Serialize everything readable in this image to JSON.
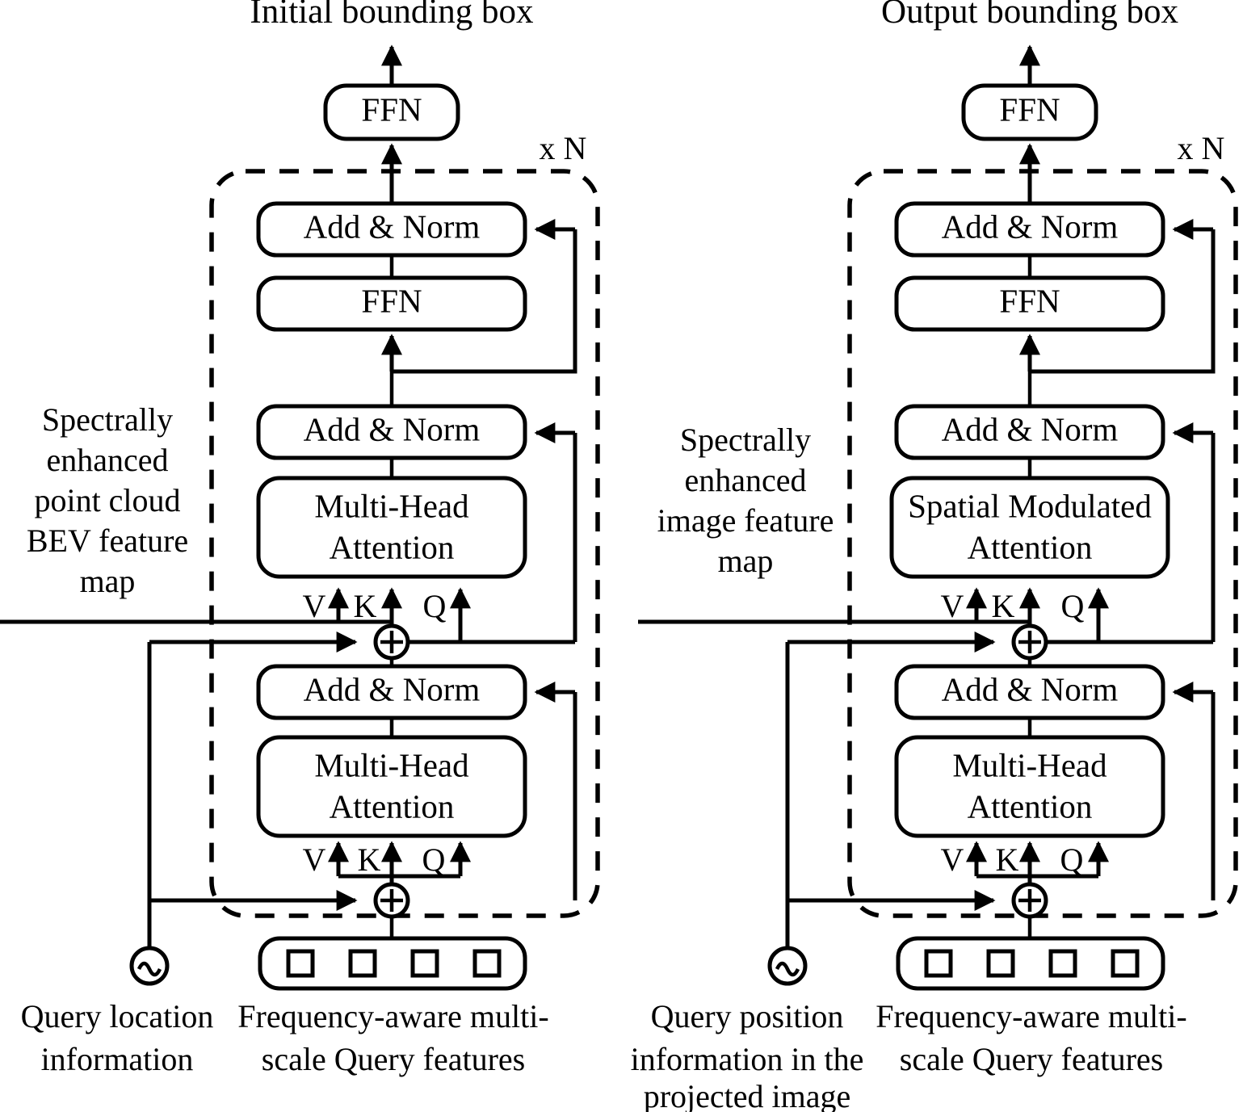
{
  "figure": {
    "type": "architecture-diagram",
    "description": "Two parallel transformer decoder branches: point-cloud BEV branch and image-feature branch"
  },
  "branches": [
    {
      "id": "left",
      "title": "Initial bounding box",
      "repeat_label": "x N",
      "feature_source_label": "Spectrally enhanced point cloud BEV feature map",
      "feature_source_lines": [
        "Spectrally",
        "enhanced",
        "point cloud",
        "BEV feature",
        "map"
      ],
      "head_ffn": "FFN",
      "blocks": [
        {
          "name": "add-norm-top",
          "label": "Add & Norm"
        },
        {
          "name": "ffn-inner",
          "label": "FFN"
        },
        {
          "name": "add-norm-mid",
          "label": "Add & Norm"
        },
        {
          "name": "cross-attention",
          "label": "Multi-Head Attention",
          "lines": [
            "Multi-Head",
            "Attention"
          ]
        },
        {
          "name": "add-norm-low",
          "label": "Add & Norm"
        },
        {
          "name": "self-attention",
          "label": "Multi-Head Attention",
          "lines": [
            "Multi-Head",
            "Attention"
          ]
        }
      ],
      "vkq_upper": [
        "V",
        "K",
        "Q"
      ],
      "vkq_lower": [
        "V",
        "K",
        "Q"
      ],
      "pos_encoding_label": "Query location information",
      "pos_encoding_lines": [
        "Query location",
        "information"
      ],
      "query_tokens_label": "Frequency-aware multi-scale Query features",
      "query_tokens_lines": [
        "Frequency-aware multi-",
        "scale Query features"
      ],
      "query_token_count": 4
    },
    {
      "id": "right",
      "title": "Output bounding box",
      "repeat_label": "x N",
      "feature_source_label": "Spectrally enhanced image feature map",
      "feature_source_lines": [
        "Spectrally",
        "enhanced",
        "image feature",
        "map"
      ],
      "head_ffn": "FFN",
      "blocks": [
        {
          "name": "add-norm-top",
          "label": "Add & Norm"
        },
        {
          "name": "ffn-inner",
          "label": "FFN"
        },
        {
          "name": "add-norm-mid",
          "label": "Add & Norm"
        },
        {
          "name": "cross-attention",
          "label": "Spatial Modulated Attention",
          "lines": [
            "Spatial Modulated",
            "Attention"
          ]
        },
        {
          "name": "add-norm-low",
          "label": "Add & Norm"
        },
        {
          "name": "self-attention",
          "label": "Multi-Head Attention",
          "lines": [
            "Multi-Head",
            "Attention"
          ]
        }
      ],
      "vkq_upper": [
        "V",
        "K",
        "Q"
      ],
      "vkq_lower": [
        "V",
        "K",
        "Q"
      ],
      "pos_encoding_label": "Query position information in the projected image",
      "pos_encoding_lines": [
        "Query position",
        "information in the",
        "projected image"
      ],
      "query_tokens_label": "Frequency-aware multi-scale Query features",
      "query_tokens_lines": [
        "Frequency-aware multi-",
        "scale Query features"
      ],
      "query_token_count": 4
    }
  ],
  "icons": {
    "sine_source": "sine-wave-circle-icon",
    "adder": "circled-plus-icon",
    "arrow": "arrow-head-icon"
  },
  "colors": {
    "stroke": "#000000",
    "fill": "#ffffff"
  }
}
